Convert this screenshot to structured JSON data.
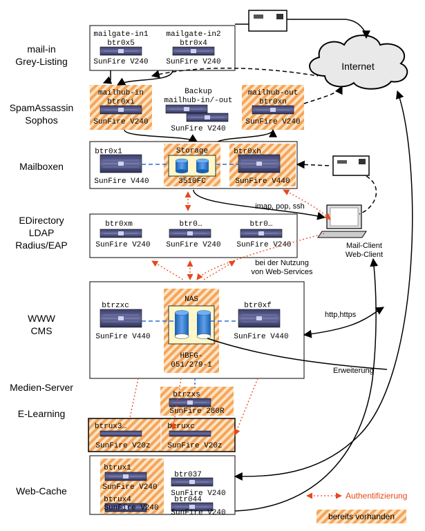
{
  "rows": {
    "mailin": [
      "mail-in",
      "Grey-Listing"
    ],
    "spam": [
      "SpamAssassin",
      "Sophos"
    ],
    "mailbox": [
      "Mailboxen"
    ],
    "edir": [
      "EDirectory",
      "LDAP",
      "Radius/EAP"
    ],
    "www": [
      "WWW",
      "CMS"
    ],
    "medien": [
      "Medien-Server"
    ],
    "elearn": [
      "E-Learning"
    ],
    "webcache": [
      "Web-Cache"
    ]
  },
  "servers": {
    "mailgate1": {
      "name": "mailgate-in1",
      "host": "btr0x5",
      "model": "SunFire V240"
    },
    "mailgate2": {
      "name": "mailgate-in2",
      "host": "btr0x4",
      "model": "SunFire V240"
    },
    "mailhubin": {
      "name": "mailhub-in",
      "host": "btr0xi",
      "model": "SunFire V240"
    },
    "backup": {
      "name": "Backup",
      "host": "mailhub-in/-out",
      "model": "SunFire V240"
    },
    "mailhubout": {
      "name": "mailhub-out",
      "host": "btr0xn",
      "model": "SunFire V240"
    },
    "btr0x1": {
      "host": "btr0x1",
      "model": "SunFire V440"
    },
    "btr0xh": {
      "host": "btr0xh",
      "model": "SunFire V440"
    },
    "storage": {
      "title": "Storage",
      "model": "3510FC"
    },
    "btr0xm": {
      "host": "btr0xm",
      "model": "SunFire V240"
    },
    "btr0a": {
      "host": "btr0…",
      "model": "SunFire V240"
    },
    "btr0b": {
      "host": "btr0…",
      "model": "SunFire V240"
    },
    "btrzxc": {
      "host": "btrzxc",
      "model": "SunFire V440"
    },
    "nas": {
      "title": "NAS",
      "model1": "HBFG-",
      "model2": "051/279-1"
    },
    "btr0xf": {
      "host": "btr0xf",
      "model": "SunFire V440"
    },
    "btrzxs": {
      "host": "btrzxs",
      "model": "SunFire 280R"
    },
    "btrux3": {
      "host": "btrux3…",
      "model": "SunFire V20z"
    },
    "btruxc": {
      "host": "btruxc",
      "model": "SunFire V20z"
    },
    "btrux1": {
      "host": "btrux1",
      "model": "SunFire V240"
    },
    "btr037": {
      "host": "btr037",
      "model": "SunFire V240"
    },
    "btrux4": {
      "host": "btrux4",
      "model": "SunFire V240"
    },
    "btr044": {
      "host": "btr044",
      "model": "SunFire V240"
    }
  },
  "labels": {
    "internet": "Internet",
    "client1": "Mail-Client",
    "client2": "Web-Client",
    "protocols": "imap, pop, ssh",
    "webservices1": "bei der Nutzung",
    "webservices2": "von Web-Services",
    "http": "http,https",
    "erweiterung": "Erweiterung"
  },
  "legend": {
    "auth": "Authentifizierung",
    "existing": "bereits vorhanden",
    "auth_color": "#e8471c",
    "existing_color": "#f5a04a"
  }
}
